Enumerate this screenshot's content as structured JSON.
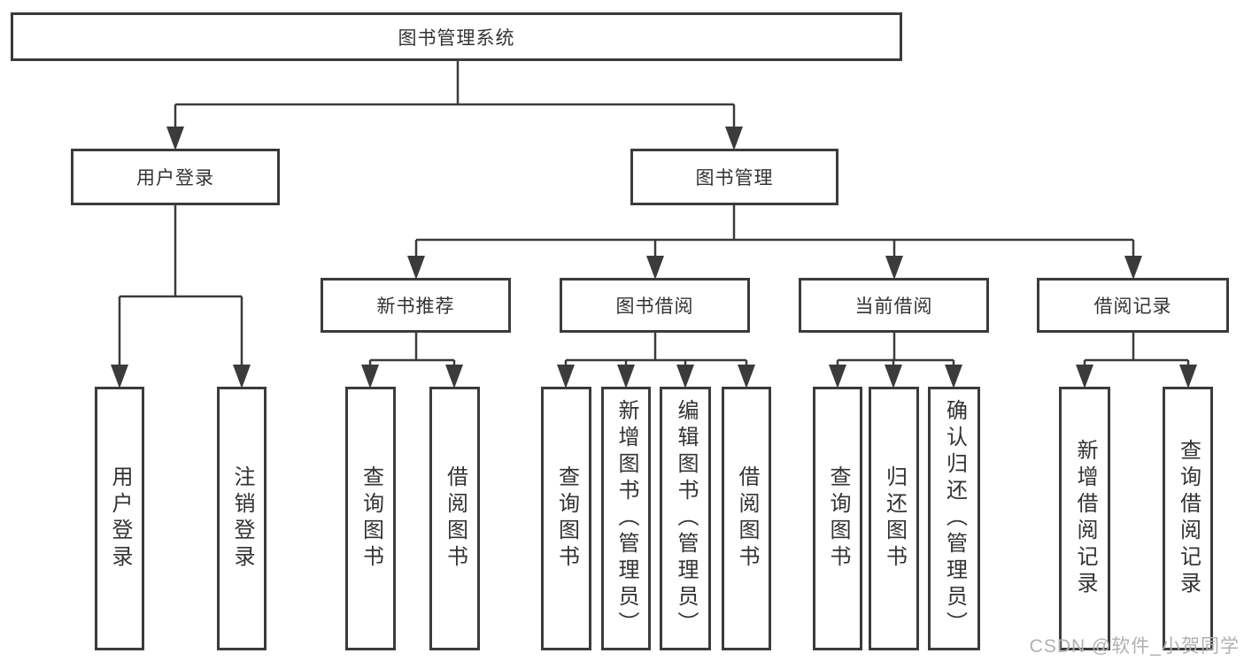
{
  "colors": {
    "line": "#3b3b3b",
    "box_border": "#3b3b3b",
    "text": "#333333",
    "background": "#ffffff",
    "watermark_text": "#b2afb2"
  },
  "diagram": {
    "root": {
      "label": "图书管理系统"
    },
    "branches": [
      {
        "label": "用户登录",
        "children": [
          {
            "label": "用户登录"
          },
          {
            "label": "注销登录"
          }
        ]
      },
      {
        "label": "图书管理",
        "children": [
          {
            "label": "新书推荐",
            "children": [
              {
                "label": "查询图书"
              },
              {
                "label": "借阅图书"
              }
            ]
          },
          {
            "label": "图书借阅",
            "children": [
              {
                "label": "查询图书"
              },
              {
                "label": "新增图书（管理员）"
              },
              {
                "label": "编辑图书（管理员）"
              },
              {
                "label": "借阅图书"
              }
            ]
          },
          {
            "label": "当前借阅",
            "children": [
              {
                "label": "查询图书"
              },
              {
                "label": "归还图书"
              },
              {
                "label": "确认归还（管理员）"
              }
            ]
          },
          {
            "label": "借阅记录",
            "children": [
              {
                "label": "新增借阅记录"
              },
              {
                "label": "查询借阅记录"
              }
            ]
          }
        ]
      }
    ],
    "watermark": "CSDN @软件_小贺同学"
  }
}
